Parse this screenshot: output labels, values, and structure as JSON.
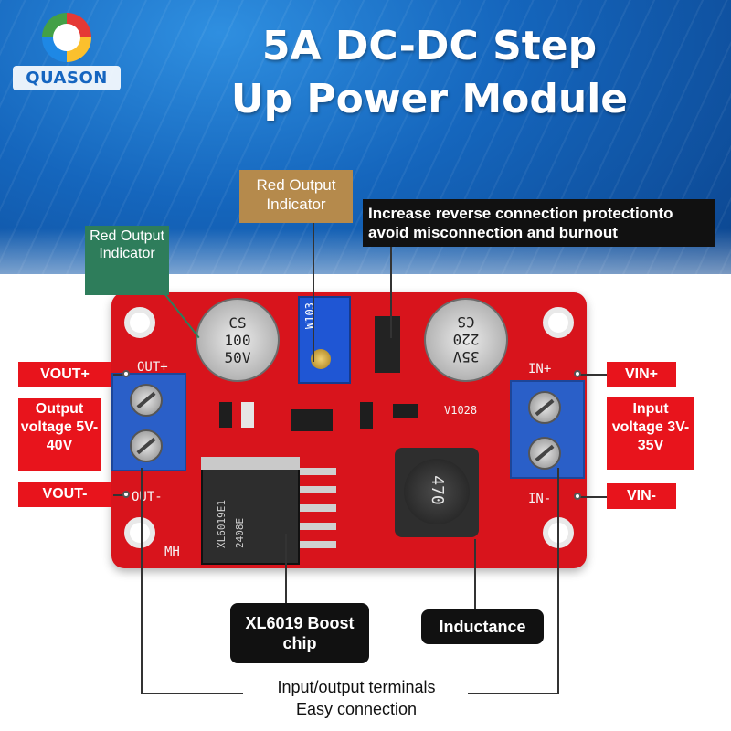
{
  "brand": {
    "logo_text": "QUASON"
  },
  "title": {
    "line1": "5A DC-DC Step",
    "line2": "Up Power Module"
  },
  "callouts": {
    "red_output_indicator_left": "Red Output Indicator",
    "red_output_indicator_top": "Red Output Indicator",
    "reverse_protection": "Increase reverse connection protectionto avoid misconnection and burnout",
    "vout_plus": "VOUT+",
    "output_voltage": "Output voltage 5V-40V",
    "vout_minus": "VOUT-",
    "vin_plus": "VIN+",
    "input_voltage": "Input voltage 3V-35V",
    "vin_minus": "VIN-",
    "boost_chip": "XL6019 Boost chip",
    "inductance": "Inductance",
    "terminals_note_line1": "Input/output terminals",
    "terminals_note_line2": "Easy connection"
  },
  "board": {
    "silk_out_plus": "OUT+",
    "silk_out_minus": "OUT-",
    "silk_in_plus": "IN+",
    "silk_in_minus": "IN-",
    "silk_mh": "MH",
    "silk_version": "V1028",
    "cap_left": {
      "line1": "CS",
      "line2": "100",
      "line3": "50V"
    },
    "cap_right": {
      "line1": "35V",
      "line2": "220",
      "line3": "CS"
    },
    "pot_marking": "W103",
    "chip_marking_1": "XL6019E1",
    "chip_marking_2": "2408E",
    "inductor_marking": "470"
  },
  "colors": {
    "board": "#d8141c",
    "callout_red": "#e8141c",
    "callout_black": "#111111",
    "sky": "#1566bd"
  }
}
